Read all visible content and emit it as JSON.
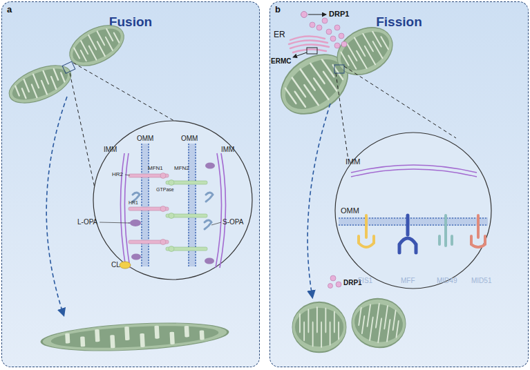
{
  "diagram": {
    "nodes": [
      {
        "text": [
          "a",
          "Fusion"
        ]
      },
      {
        "text": [
          "b",
          "Fission"
        ]
      }
    ],
    "labels": [
      "OMM",
      "OMM",
      "IMM",
      "IMM",
      "MFN1",
      "MFN2",
      "HR2",
      "GTPase",
      "HR1",
      "L-OPA",
      "S-OPA",
      "CL",
      "DRP1",
      "ER",
      "ERMC",
      "IMM",
      "OMM",
      "DRP1",
      "FIS1",
      "MFF",
      "MID49",
      "MID51"
    ]
  }
}
